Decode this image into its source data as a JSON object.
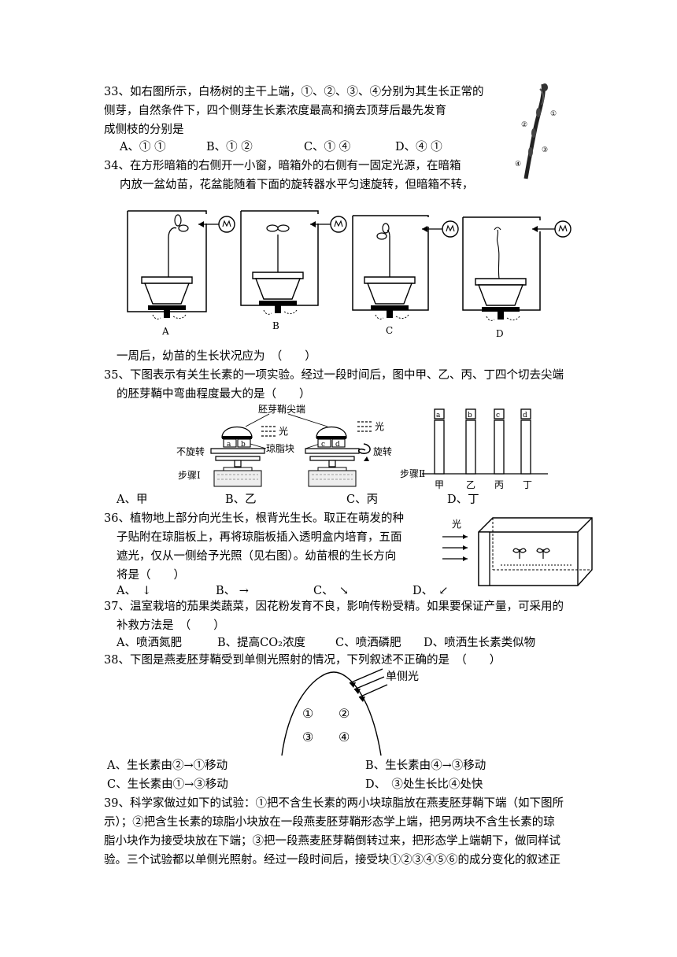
{
  "q33": {
    "lines": [
      "33、如右图所示，白杨树的主干上端，①、②、③、④分别为其生长正常的",
      "侧芽，自然条件下，四个侧芽生长素浓度最高和摘去顶芽后最先发育",
      "成侧枝的分别是"
    ],
    "options": [
      "A、① ①",
      "B、① ②",
      "C、① ④",
      "D、④ ①"
    ],
    "figure_labels": [
      "①",
      "②",
      "③",
      "④"
    ]
  },
  "q34": {
    "lines": [
      "34、在方形暗箱的右侧开一小窗，暗箱外的右侧有一固定光源，在暗箱",
      "内放一盆幼苗，花盆能随着下面的旋转器水平匀速旋转，但暗箱不转，",
      "一周后，幼苗的生长状况应为　（　　）"
    ],
    "panel_labels": [
      "A",
      "B",
      "C",
      "D"
    ]
  },
  "q35": {
    "lines": [
      "35、下图表示有关生长素的一项实验。经过一段时间后，图中甲、乙、丙、丁四个切去尖端",
      "的胚芽鞘中弯曲程度最大的是（　　）"
    ],
    "figure": {
      "tip": "胚芽鞘尖端",
      "light1": "光",
      "light2": "光",
      "agar": "琼脂块",
      "no_rotate": "不旋转",
      "rotate": "旋转",
      "step1": "步骤Ⅰ",
      "step2": "步骤Ⅱ",
      "blocks": [
        "a",
        "b",
        "c",
        "d"
      ],
      "sheaths": [
        "甲",
        "乙",
        "丙",
        "丁"
      ]
    },
    "options": [
      "A、甲",
      "B、乙",
      "C、丙",
      "D、丁"
    ]
  },
  "q36": {
    "lines": [
      "36、植物地上部分向光生长，根背光生长。取正在萌发的种",
      "子贴附在琼脂板上，再将琼脂板插入透明盒内培育，五面",
      "遮光，仅从一侧给予光照（见右图）。幼苗根的生长方向",
      "将是（　　）"
    ],
    "options": [
      "A、　↓",
      "B、 →",
      "C、　↘",
      "D、　↙"
    ],
    "figure_label": "光"
  },
  "q37": {
    "lines": [
      "37、温室栽培的茄果类蔬菜，因花粉发育不良，影响传粉受精。如果要保证产量，可采用的",
      "补救方法是　（　　）"
    ],
    "options": [
      "A、喷洒氮肥",
      "B、提高CO₂浓度",
      "C、喷洒磷肥",
      "D、喷洒生长素类似物"
    ]
  },
  "q38": {
    "lines": [
      "38、下图是燕麦胚芽鞘受到单侧光照射的情况，下列叙述不正确的是　（　　）"
    ],
    "figure_label": "单侧光",
    "figure_nums": [
      "①",
      "②",
      "③",
      "④"
    ],
    "options": [
      "A、生长素由②→①移动",
      "B、生长素由④→③移动",
      "C、生长素由①→③移动",
      "D、　③处生长比④处快"
    ]
  },
  "q39": {
    "lines": [
      "39、科学家做过如下的试验：①把不含生长素的两小块琼脂放在燕麦胚芽鞘下端（如下图所",
      "示）；②把含生长素的琼脂小块放在一段燕麦胚芽鞘形态学上端，把另两块不含生长素的琼",
      "脂小块作为接受块放在下端；③把一段燕麦胚芽鞘倒转过来，把形态学上端朝下，做同样试",
      "验。三个试验都以单侧光照射。经过一段时间后，接受块①②③④⑤⑥的成分变化的叙述正"
    ]
  }
}
